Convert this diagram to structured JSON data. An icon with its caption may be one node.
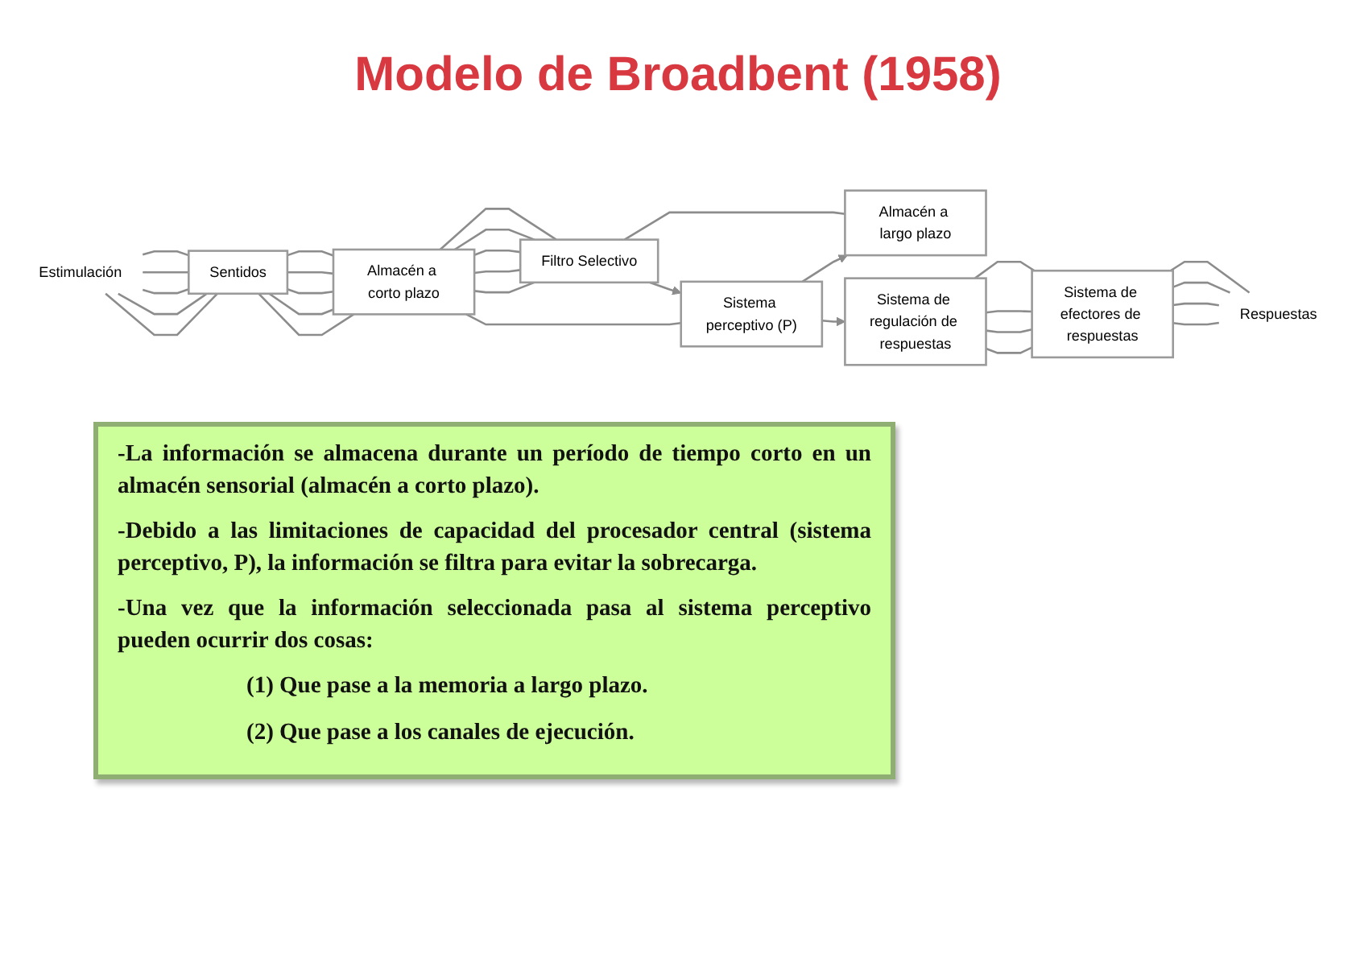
{
  "diagram": {
    "title": "Modelo de Broadbent (1958)",
    "nodes": [
      {
        "text": [
          "Estimulación"
        ]
      },
      {
        "text": [
          "Sentidos"
        ]
      },
      {
        "text": [
          "Almacén a corto plazo"
        ]
      },
      {
        "text": [
          "Filtro Selectivo"
        ]
      },
      {
        "text": [
          "Sistema perceptivo (P)"
        ]
      },
      {
        "text": [
          "Almacén a largo plazo"
        ]
      },
      {
        "text": [
          "Sistema de regulación de respuestas"
        ]
      },
      {
        "text": [
          "Sistema de efectores de respuestas"
        ]
      },
      {
        "text": [
          "Respuestas"
        ]
      }
    ],
    "edges": [
      {
        "from": 0,
        "to": 1,
        "arrow": "none"
      },
      {
        "from": 0,
        "to": 1,
        "arrow": "none"
      },
      {
        "from": 0,
        "to": 1,
        "arrow": "none"
      },
      {
        "from": 0,
        "to": 1,
        "arrow": "none"
      },
      {
        "from": 0,
        "to": 1,
        "arrow": "none"
      },
      {
        "from": 1,
        "to": 2,
        "arrow": "none"
      },
      {
        "from": 1,
        "to": 2,
        "arrow": "none"
      },
      {
        "from": 1,
        "to": 2,
        "arrow": "none"
      },
      {
        "from": 1,
        "to": 2,
        "arrow": "none"
      },
      {
        "from": 1,
        "to": 2,
        "arrow": "none"
      },
      {
        "from": 2,
        "to": 3,
        "arrow": "none"
      },
      {
        "from": 2,
        "to": 3,
        "arrow": "none"
      },
      {
        "from": 2,
        "to": 3,
        "arrow": "none"
      },
      {
        "from": 2,
        "to": 3,
        "arrow": "none"
      },
      {
        "from": 2,
        "to": 3,
        "arrow": "none"
      },
      {
        "from": 3,
        "to": 4,
        "arrow": "to"
      },
      {
        "from": 3,
        "to": 5,
        "arrow": "none"
      },
      {
        "from": 4,
        "to": 5,
        "arrow": "to"
      },
      {
        "from": 4,
        "to": 6,
        "arrow": "to"
      },
      {
        "from": 4,
        "to": 2,
        "arrow": "none"
      },
      {
        "from": 6,
        "to": 7,
        "arrow": "none"
      },
      {
        "from": 6,
        "to": 7,
        "arrow": "none"
      },
      {
        "from": 6,
        "to": 7,
        "arrow": "none"
      },
      {
        "from": 6,
        "to": 7,
        "arrow": "none"
      },
      {
        "from": 7,
        "to": 8,
        "arrow": "none"
      },
      {
        "from": 7,
        "to": 8,
        "arrow": "none"
      },
      {
        "from": 7,
        "to": 8,
        "arrow": "none"
      },
      {
        "from": 7,
        "to": 8,
        "arrow": "none"
      }
    ],
    "labels": [
      "-La información se almacena durante un período de tiempo corto en un almacén sensorial (almacén a corto plazo).",
      "-Debido a las limitaciones de capacidad del procesador central (sistema perceptivo, P), la información se filtra para evitar la sobrecarga.",
      "-Una vez que la información seleccionada pasa al sistema perceptivo pueden ocurrir dos cosas:",
      "(1) Que pase a la memoria a largo plazo.",
      "(2) Que pase a los canales de ejecución."
    ]
  }
}
